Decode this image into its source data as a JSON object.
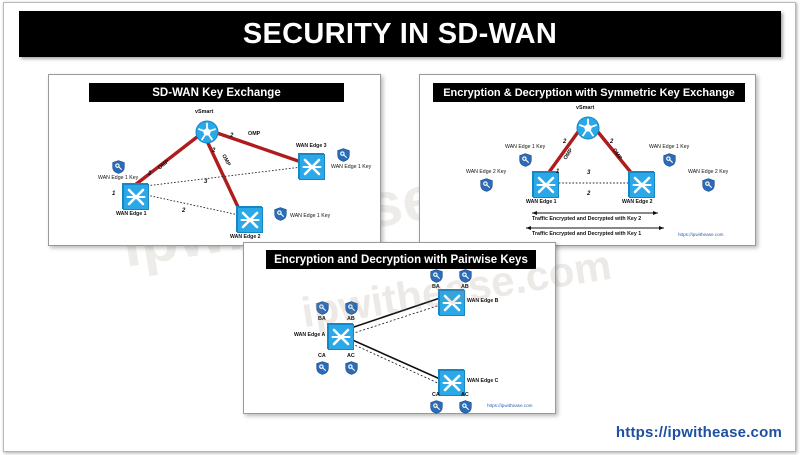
{
  "page": {
    "title": "SECURITY IN SD-WAN",
    "footer_url": "https://ipwithease.com",
    "watermark": "ipwithease.com",
    "watermark_small": "https://ipwithease.com",
    "colors": {
      "title_bg": "#000000",
      "title_text": "#ffffff",
      "node_blue": "#2aa8e8",
      "link_red": "#b01c1c",
      "link_black": "#111111",
      "url_blue": "#1d4fa3",
      "page_bg": "#ffffff"
    }
  },
  "panels": [
    {
      "id": "panel1",
      "title": "SD-WAN Key Exchange",
      "nodes": [
        {
          "name": "vsmart",
          "label": "vSmart"
        },
        {
          "name": "wan-edge-1",
          "label": "WAN Edge 1"
        },
        {
          "name": "wan-edge-2",
          "label": "WAN Edge 2"
        },
        {
          "name": "wan-edge-3",
          "label": "WAN Edge 3"
        }
      ],
      "keys": [
        {
          "name": "key-left",
          "label": "WAN Edge 1 Key"
        },
        {
          "name": "key-right",
          "label": "WAN Edge 1 Key"
        },
        {
          "name": "key-bottom",
          "label": "WAN Edge 1 Key"
        }
      ],
      "link_labels": {
        "omp_left": "OMP",
        "omp_right": "OMP",
        "omp_mid": "OMP",
        "num_1": "1",
        "num_2a": "2",
        "num_2b": "2",
        "num_2c": "2",
        "num_2d": "2",
        "num_3": "3"
      }
    },
    {
      "id": "panel2",
      "title": "Encryption & Decryption with Symmetric Key Exchange",
      "nodes": [
        {
          "name": "vsmart",
          "label": "vSmart"
        },
        {
          "name": "wan-edge-1",
          "label": "WAN Edge 1"
        },
        {
          "name": "wan-edge-2",
          "label": "WAN Edge 2"
        }
      ],
      "keys": [
        {
          "name": "left-key-1",
          "label": "WAN Edge 1 Key"
        },
        {
          "name": "left-key-2",
          "label": "WAN Edge 2 Key"
        },
        {
          "name": "right-key-1",
          "label": "WAN Edge 1 Key"
        },
        {
          "name": "right-key-2",
          "label": "WAN Edge 2 Key"
        }
      ],
      "link_labels": {
        "omp_left": "OMP",
        "omp_right": "OMP",
        "num_1": "1",
        "num_2_left": "2",
        "num_2_right": "2",
        "num_2_mid": "2",
        "num_3": "3"
      },
      "traffic": [
        "Traffic Encrypted and Decrypted with Key 2",
        "Traffic Encrypted and Decrypted with Key 1"
      ],
      "watermark_url": "https://ipwithease.com"
    },
    {
      "id": "panel3",
      "title": "Encryption and Decryption with Pairwise Keys",
      "nodes": [
        {
          "name": "wan-edge-a",
          "label": "WAN Edge A"
        },
        {
          "name": "wan-edge-b",
          "label": "WAN Edge B"
        },
        {
          "name": "wan-edge-c",
          "label": "WAN Edge C"
        }
      ],
      "key_labels": {
        "a_top_left": "BA",
        "a_top_right": "AB",
        "a_bottom_left": "CA",
        "a_bottom_right": "AC",
        "b_left": "BA",
        "b_right": "AB",
        "c_left": "CA",
        "c_right": "AC"
      },
      "watermark_url": "https://ipwithease.com"
    }
  ]
}
